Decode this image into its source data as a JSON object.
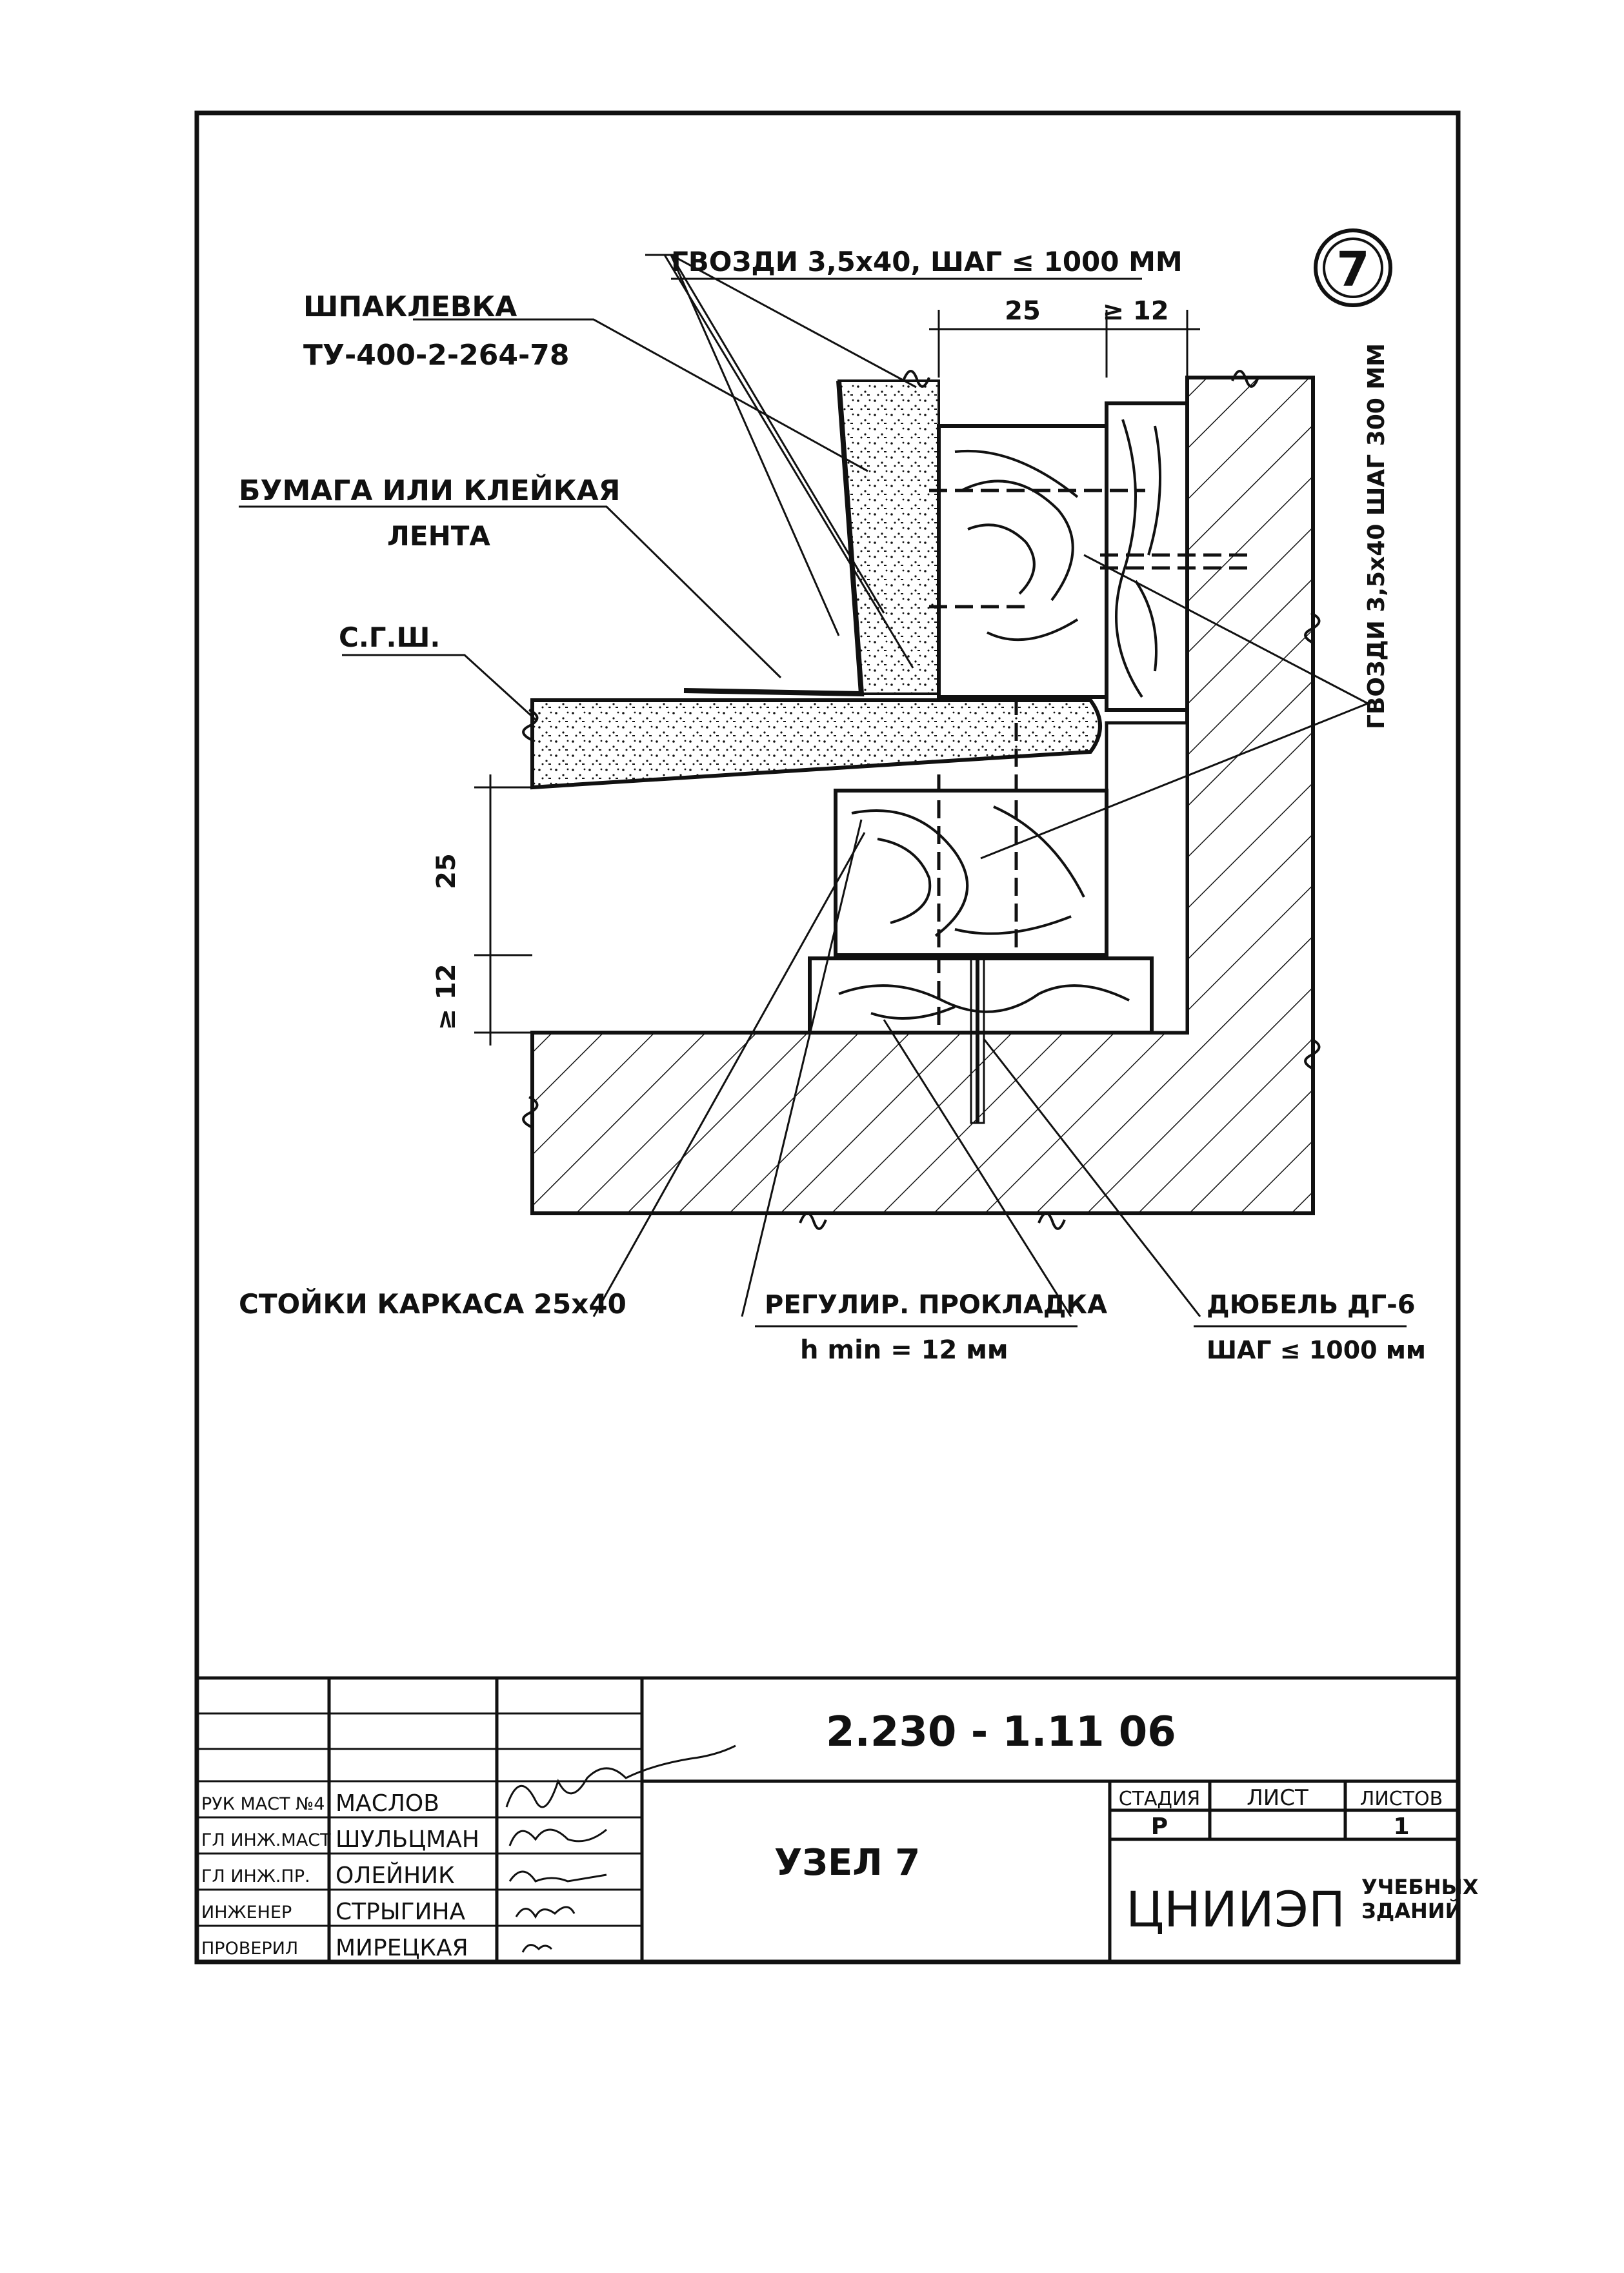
{
  "sheet_number": "7",
  "labels": {
    "nails_top": "ГВОЗДИ 3,5х40, ШАГ ≤ 1000 ММ",
    "putty": "ШПАКЛЕВКА",
    "putty_spec": "ТУ-400-2-264-78",
    "paper_line1": "БУМАГА ИЛИ КЛЕЙКАЯ",
    "paper_line2": "ЛЕНТА",
    "gypsum": "С.Г.Ш.",
    "nails_right": "ГВОЗДИ 3,5х40 ШАГ 300 ММ",
    "studs": "СТОЙКИ КАРКАСА 25х40",
    "shim": "РЕГУЛИР. ПРОКЛАДКА",
    "shim_h": "h min = 12 мм",
    "dowel": "ДЮБЕЛЬ ДГ-6",
    "dowel_step": "ШАГ ≤ 1000 мм"
  },
  "dimensions": {
    "top_25": "25",
    "top_12": "≥ 12",
    "left_25": "25",
    "left_12": "≥ 12"
  },
  "title_block": {
    "doc_code": "2.230 - 1.11 06",
    "node_title": "УЗЕЛ 7",
    "org_name": "ЦНИИЭП",
    "org_sub1": "УЧЕБНЫХ",
    "org_sub2": "ЗДАНИЙ",
    "stage_header": "СТАДИЯ",
    "sheet_header": "ЛИСТ",
    "sheets_header": "ЛИСТОВ",
    "stage_value": "Р",
    "sheet_value": "",
    "sheets_value": "1",
    "roles": [
      "РУК МАСТ №4",
      "ГЛ ИНЖ.МАСТ",
      "ГЛ ИНЖ.ПР.",
      "ИНЖЕНЕР",
      "ПРОВЕРИЛ"
    ],
    "names": [
      "МАСЛОВ",
      "ШУЛЬЦМАН",
      "ОЛЕЙНИК",
      "СТРЫГИНА",
      "МИРЕЦКАЯ"
    ]
  }
}
